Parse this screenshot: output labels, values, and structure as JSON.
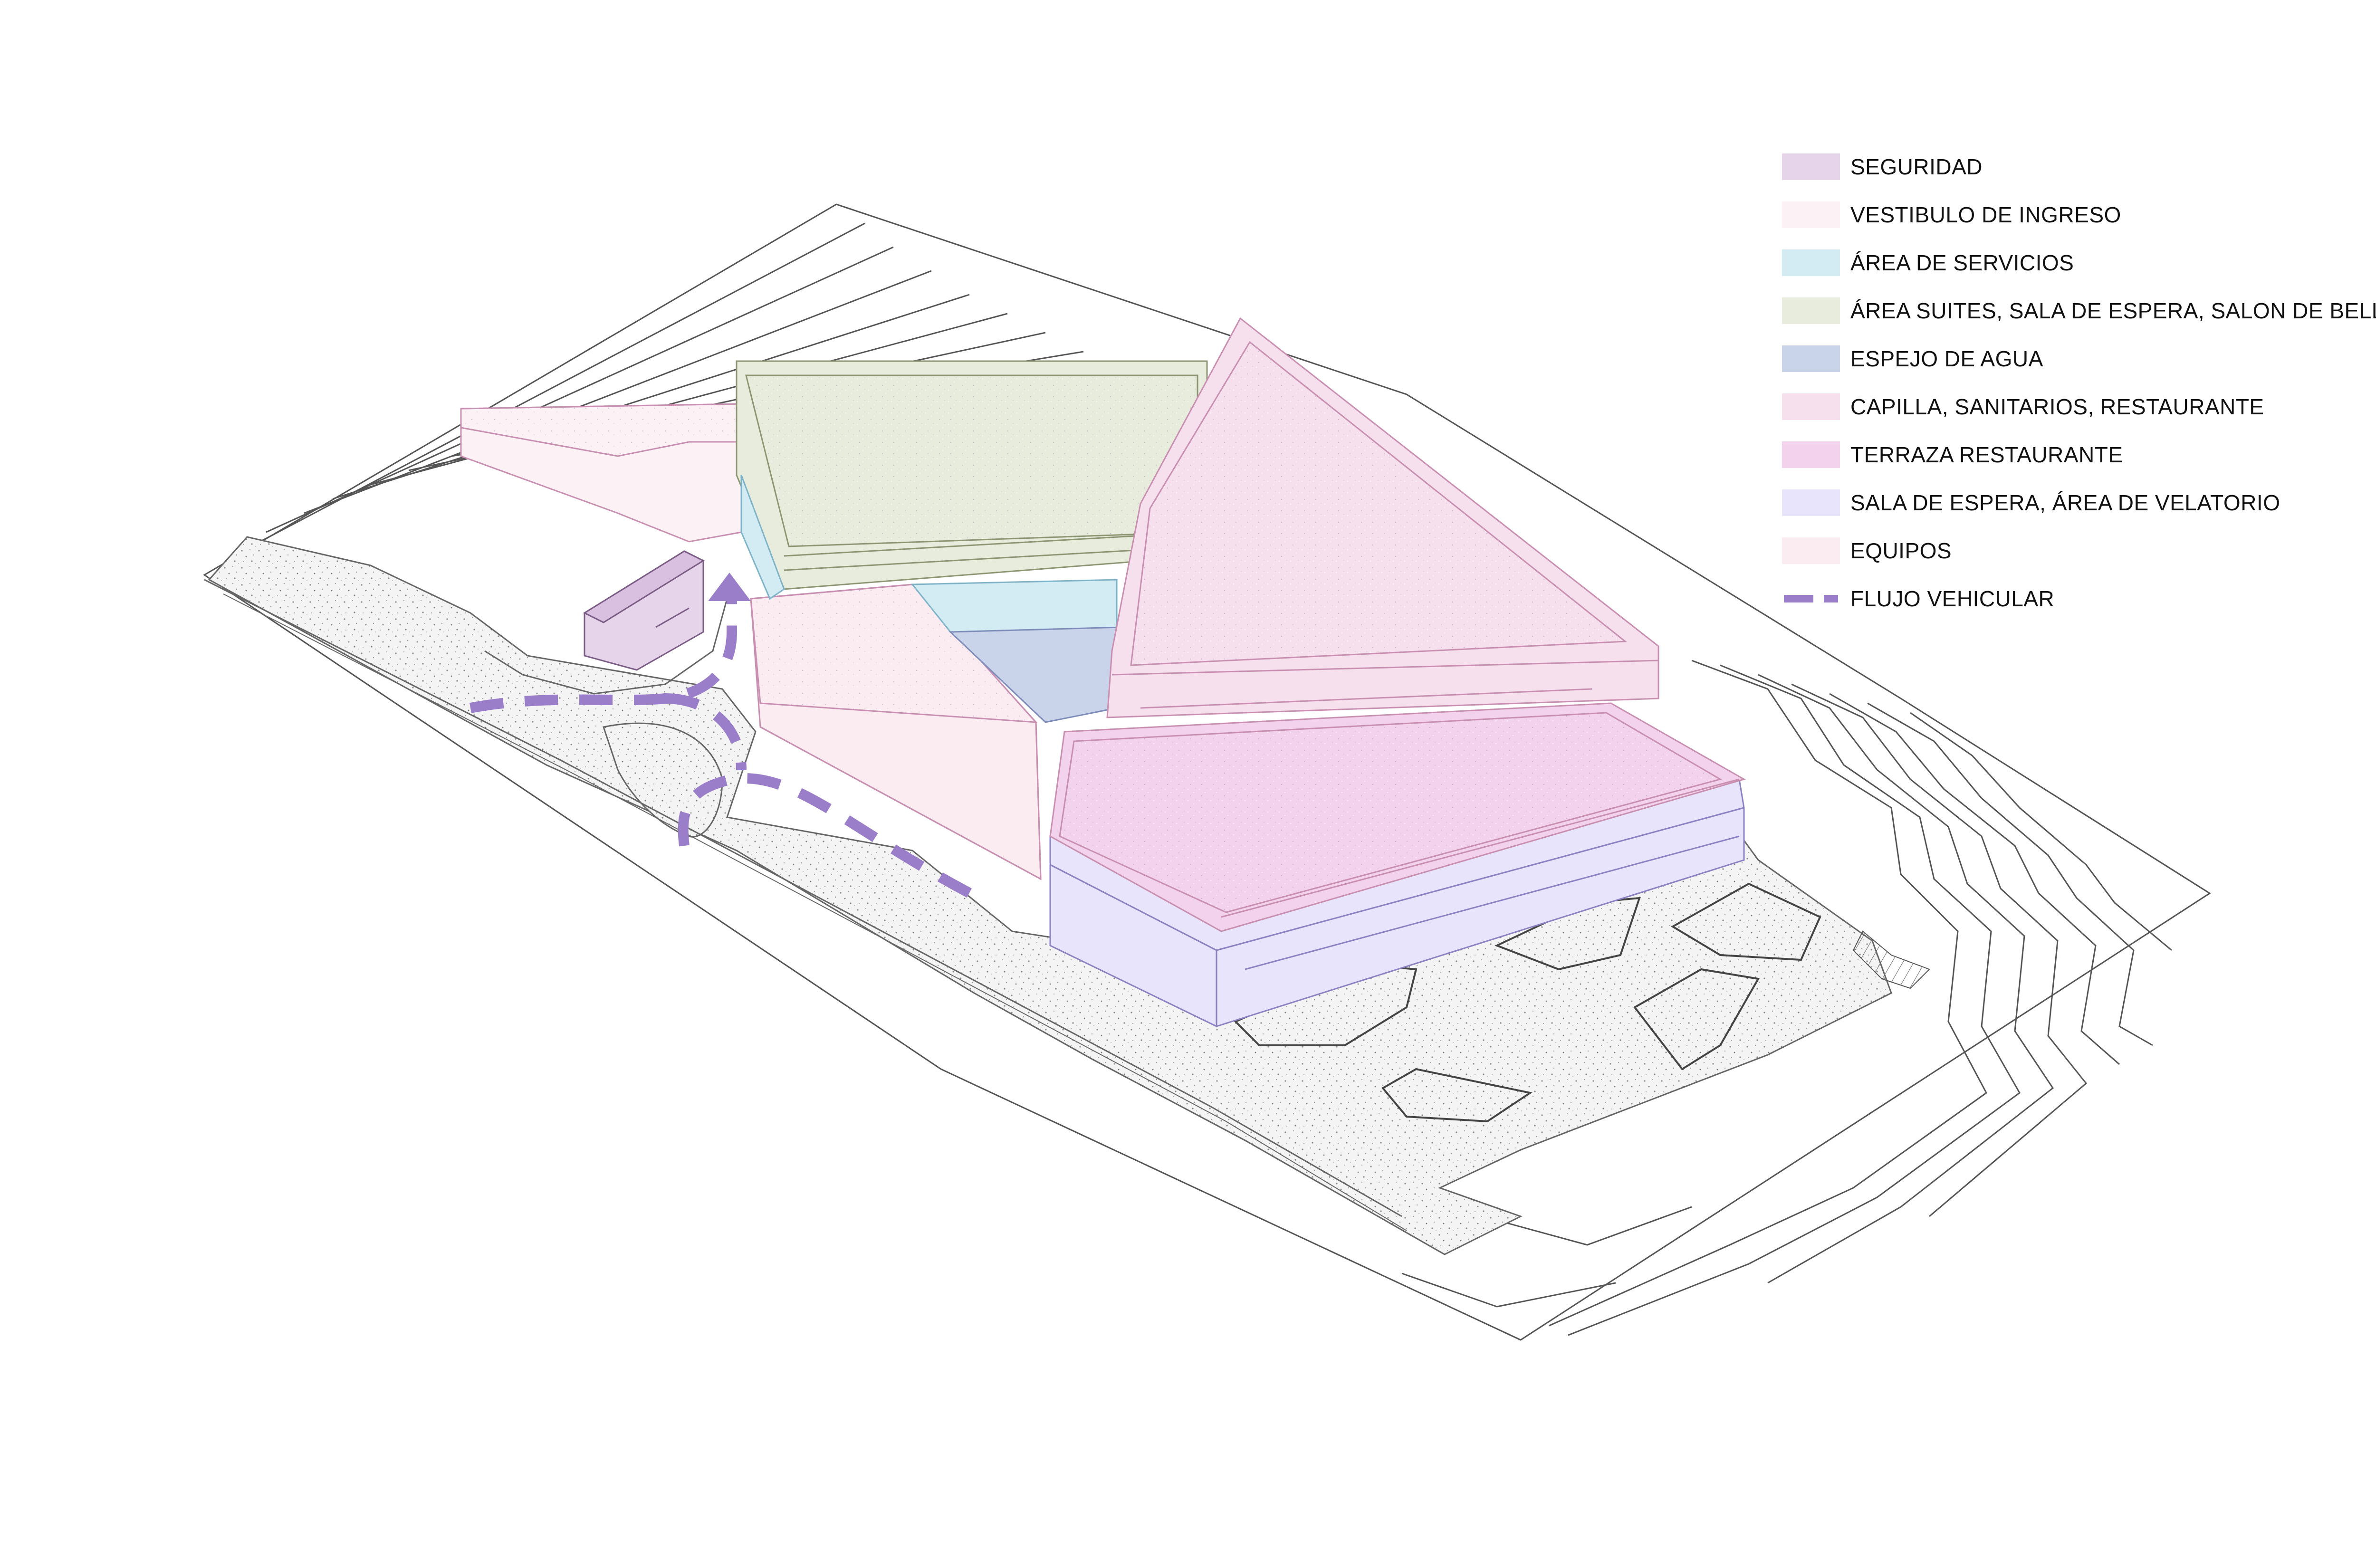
{
  "legend": {
    "items": [
      {
        "label": "SEGURIDAD",
        "color": "#e6d4ea"
      },
      {
        "label": "VESTIBULO DE INGRESO",
        "color": "#fcf2f6"
      },
      {
        "label": "ÁREA DE SERVICIOS",
        "color": "#d3ecf4"
      },
      {
        "label": "ÁREA SUITES, SALA DE ESPERA, SALON DE BELLEZA",
        "color": "#e8ecdd"
      },
      {
        "label": "ESPEJO DE AGUA",
        "color": "#c9d3ea"
      },
      {
        "label": "CAPILLA, SANITARIOS, RESTAURANTE",
        "color": "#f6e0ee"
      },
      {
        "label": "TERRAZA RESTAURANTE",
        "color": "#f2d2ec"
      },
      {
        "label": "SALA DE ESPERA, ÁREA DE VELATORIO",
        "color": "#e8e4fb"
      },
      {
        "label": "EQUIPOS",
        "color": "#fbecf2"
      },
      {
        "label": "FLUJO VEHICULAR",
        "color": "#9b7ec9",
        "style": "dashed"
      }
    ]
  },
  "colors": {
    "line": "#555555",
    "vehicle_flow": "#9b7ec9",
    "ground": "#f1f1f1"
  }
}
